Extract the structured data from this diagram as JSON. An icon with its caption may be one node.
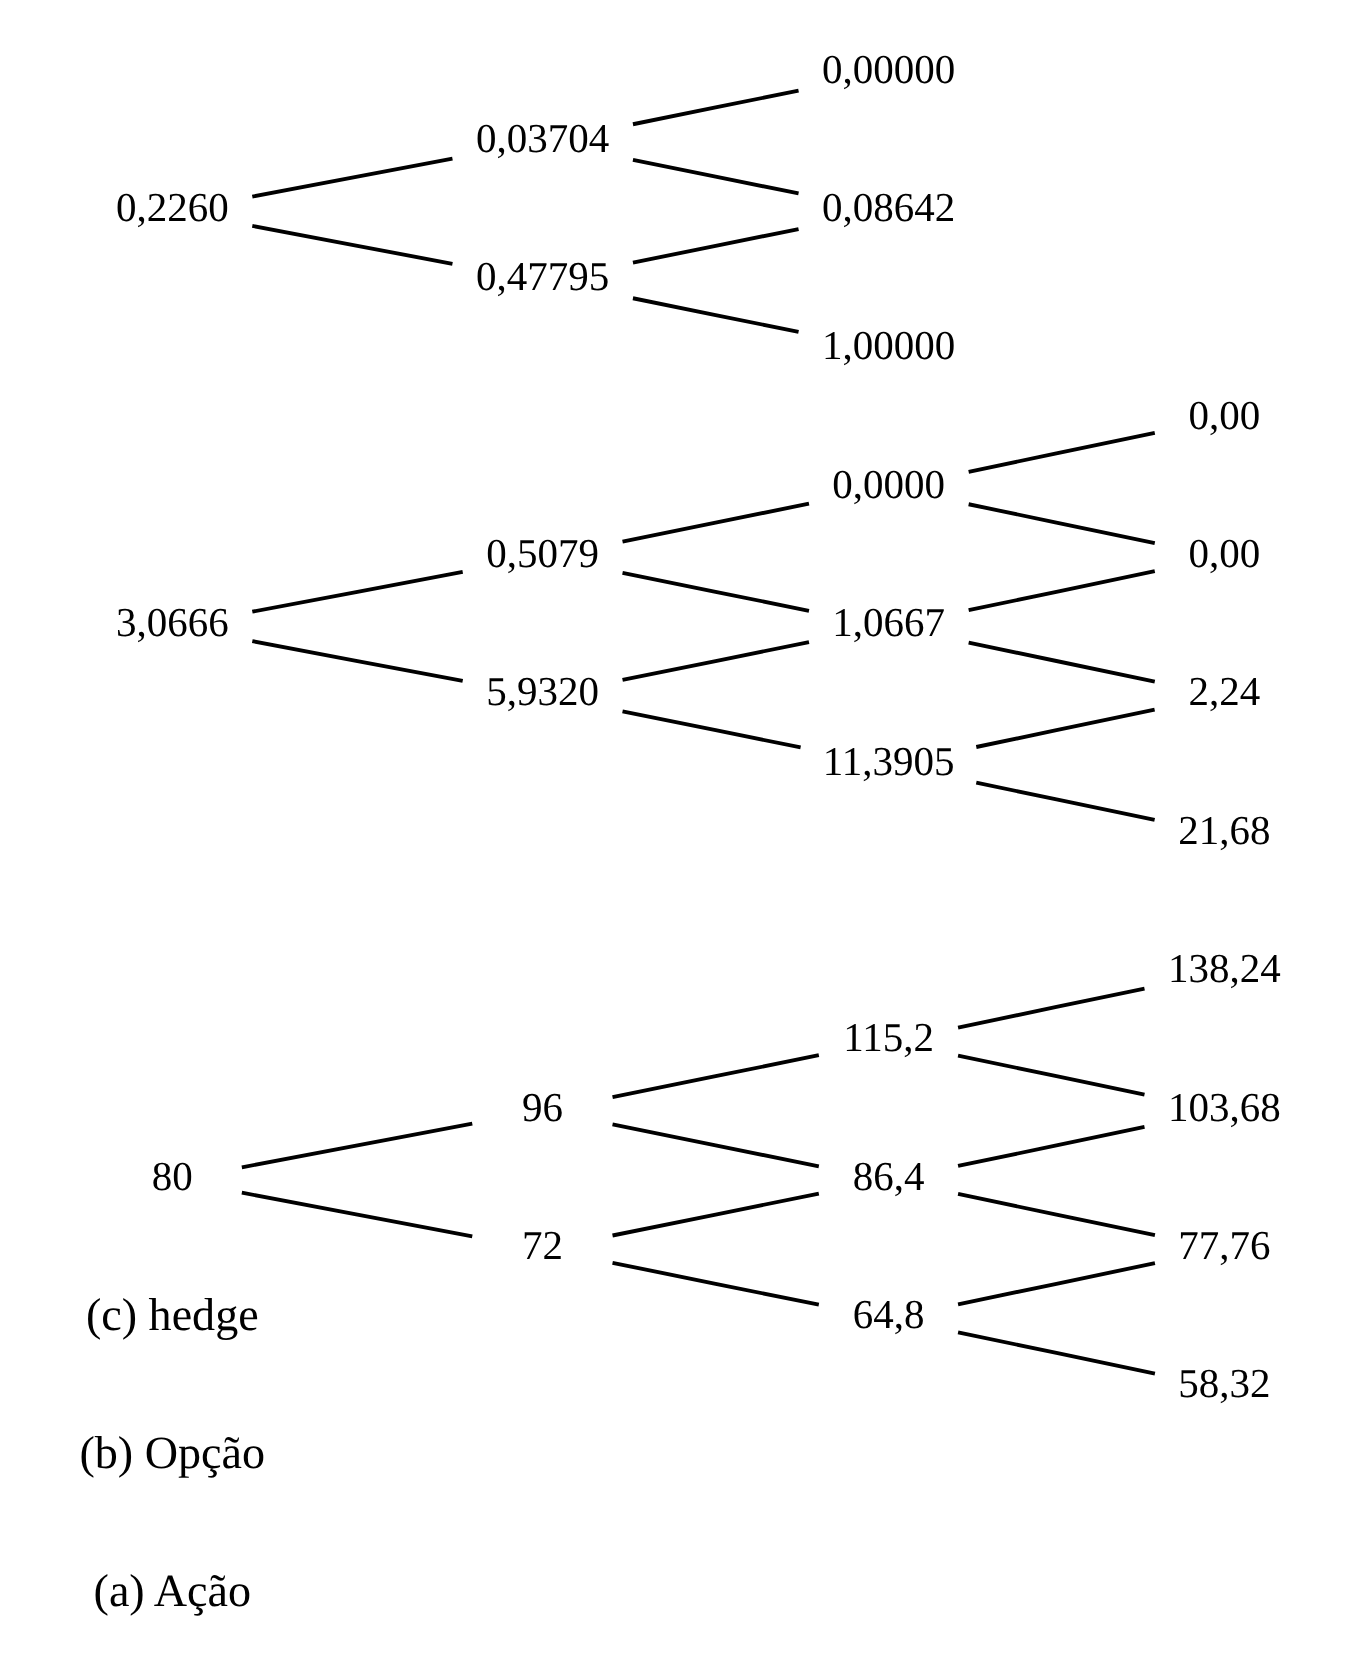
{
  "diagram": {
    "nodes": [
      {
        "text": [
          "80"
        ]
      },
      {
        "text": [
          "96"
        ]
      },
      {
        "text": [
          "72"
        ]
      },
      {
        "text": [
          "115,2"
        ]
      },
      {
        "text": [
          "86,4"
        ]
      },
      {
        "text": [
          "64,8"
        ]
      },
      {
        "text": [
          "138,24"
        ]
      },
      {
        "text": [
          "103,68"
        ]
      },
      {
        "text": [
          "77,76"
        ]
      },
      {
        "text": [
          "58,32"
        ]
      },
      {
        "text": [
          "3,0666"
        ]
      },
      {
        "text": [
          "0,5079"
        ]
      },
      {
        "text": [
          "5,9320"
        ]
      },
      {
        "text": [
          "0,0000"
        ]
      },
      {
        "text": [
          "1,0667"
        ]
      },
      {
        "text": [
          "11,3905"
        ]
      },
      {
        "text": [
          "0,00"
        ]
      },
      {
        "text": [
          "0,00"
        ]
      },
      {
        "text": [
          "2,24"
        ]
      },
      {
        "text": [
          "21,68"
        ]
      },
      {
        "text": [
          "0,2260"
        ]
      },
      {
        "text": [
          "0,03704"
        ]
      },
      {
        "text": [
          "0,47795"
        ]
      },
      {
        "text": [
          "0,00000"
        ]
      },
      {
        "text": [
          "0,08642"
        ]
      },
      {
        "text": [
          "1,00000"
        ]
      }
    ],
    "edges": [
      {
        "from": 0,
        "to": 1,
        "arrow": "none"
      },
      {
        "from": 0,
        "to": 2,
        "arrow": "none"
      },
      {
        "from": 1,
        "to": 3,
        "arrow": "none"
      },
      {
        "from": 1,
        "to": 4,
        "arrow": "none"
      },
      {
        "from": 2,
        "to": 4,
        "arrow": "none"
      },
      {
        "from": 2,
        "to": 5,
        "arrow": "none"
      },
      {
        "from": 3,
        "to": 6,
        "arrow": "none"
      },
      {
        "from": 3,
        "to": 7,
        "arrow": "none"
      },
      {
        "from": 4,
        "to": 7,
        "arrow": "none"
      },
      {
        "from": 4,
        "to": 8,
        "arrow": "none"
      },
      {
        "from": 5,
        "to": 8,
        "arrow": "none"
      },
      {
        "from": 5,
        "to": 9,
        "arrow": "none"
      },
      {
        "from": 10,
        "to": 11,
        "arrow": "none"
      },
      {
        "from": 10,
        "to": 12,
        "arrow": "none"
      },
      {
        "from": 11,
        "to": 13,
        "arrow": "none"
      },
      {
        "from": 11,
        "to": 14,
        "arrow": "none"
      },
      {
        "from": 12,
        "to": 14,
        "arrow": "none"
      },
      {
        "from": 12,
        "to": 15,
        "arrow": "none"
      },
      {
        "from": 13,
        "to": 16,
        "arrow": "none"
      },
      {
        "from": 13,
        "to": 17,
        "arrow": "none"
      },
      {
        "from": 14,
        "to": 17,
        "arrow": "none"
      },
      {
        "from": 14,
        "to": 18,
        "arrow": "none"
      },
      {
        "from": 15,
        "to": 18,
        "arrow": "none"
      },
      {
        "from": 15,
        "to": 19,
        "arrow": "none"
      },
      {
        "from": 20,
        "to": 21,
        "arrow": "none"
      },
      {
        "from": 20,
        "to": 22,
        "arrow": "none"
      },
      {
        "from": 21,
        "to": 23,
        "arrow": "none"
      },
      {
        "from": 21,
        "to": 24,
        "arrow": "none"
      },
      {
        "from": 22,
        "to": 24,
        "arrow": "none"
      },
      {
        "from": 22,
        "to": 25,
        "arrow": "none"
      }
    ],
    "labels": [
      "(a) Ação",
      "(b) Opção",
      "(c) hedge"
    ]
  }
}
